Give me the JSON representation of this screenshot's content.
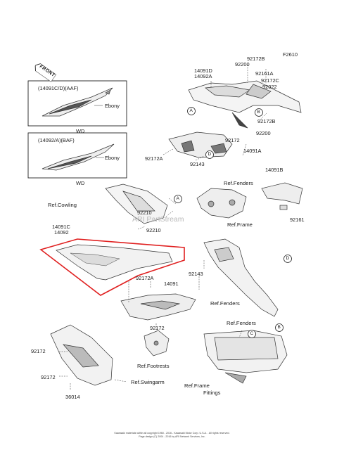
{
  "figure_code": "F2610",
  "front_label": "FRONT",
  "watermark": "ARI PartStream",
  "accent_highlight": "#e02020",
  "variant_boxes": [
    {
      "code": "(14091C/D)(AAF)",
      "color": "Ebony",
      "suffix": "WD"
    },
    {
      "code": "(14092/A)(BAF)",
      "color": "Ebony",
      "suffix": "WD"
    }
  ],
  "part_numbers": {
    "p92172B_top": "92172B",
    "p92200_top": "92200",
    "p14091D": "14091D",
    "p14092A": "14092A",
    "p92161A": "92161A",
    "p92172C": "92172C",
    "p92022": "92022",
    "p92200_mid": "92200",
    "p92172B_mid": "92172B",
    "p92172_mid": "92172",
    "p14091A": "14091A",
    "p92172A_upper": "92172A",
    "p92143_upper": "92143",
    "p14091B": "14091B",
    "p92161": "92161",
    "p92210_a": "92210",
    "p92210_b": "92210",
    "p14091C": "14091C",
    "p14092": "14092",
    "p92143_lower": "92143",
    "p92172A_lower": "92172A",
    "p14091": "14091",
    "p92172_lower": "92172",
    "p92172_left_a": "92172",
    "p92172_left_b": "92172",
    "p36014": "36014"
  },
  "callouts": {
    "A": "A",
    "B": "B",
    "C": "C",
    "D": "D"
  },
  "references": {
    "cowling": "Ref.Cowling",
    "fenders_top": "Ref.Fenders",
    "frame": "Ref.Frame",
    "fenders_mid": "Ref.Fenders",
    "fenders_low": "Ref.Fenders",
    "footrests": "Ref.Footrests",
    "swingarm": "Ref.Swingarm",
    "frame_fittings_1": "Ref.Frame",
    "frame_fittings_2": "Fittings"
  },
  "footer": {
    "line1": "Kawasaki materials within all copyright 1960 - 2016 - Kawasaki Motor Corp. U.S.A. . All rights reserved.",
    "line2": "Page design (C) 2004 - 2016 by ARI Network Services, Inc."
  }
}
